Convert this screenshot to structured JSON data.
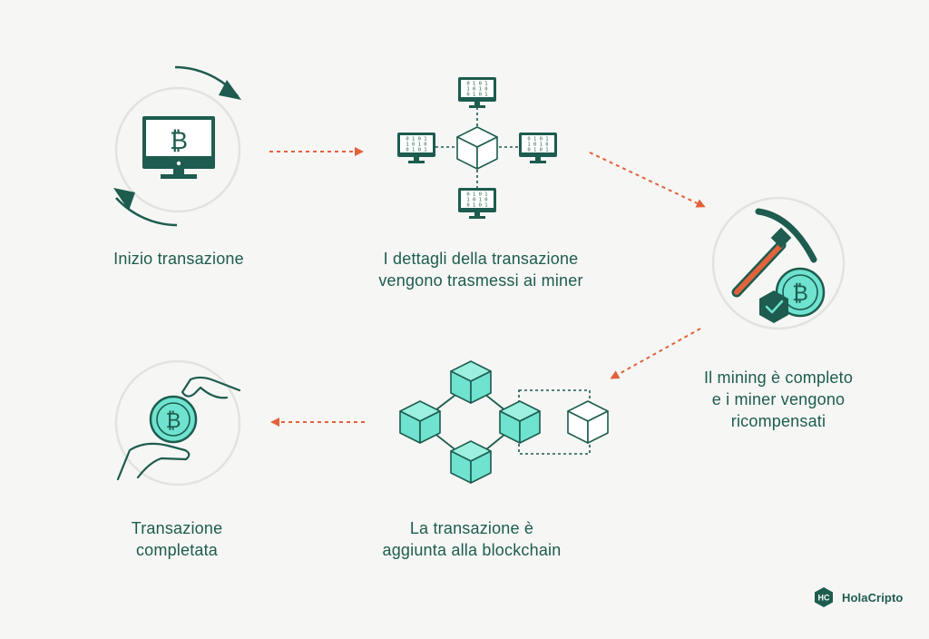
{
  "steps": {
    "start": {
      "label": "Inizio transazione"
    },
    "broadcast": {
      "line1": "I dettagli della transazione",
      "line2": "vengono trasmessi ai miner",
      "screen_bits": [
        "0 1 0 1",
        "1 0 1 0",
        "0 1 0 1"
      ]
    },
    "mining": {
      "line1": "Il mining è completo",
      "line2": "e i miner vengono",
      "line3": "ricompensati"
    },
    "blockchain": {
      "line1": "La transazione è",
      "line2": "aggiunta alla blockchain"
    },
    "done": {
      "line1": "Transazione",
      "line2": "completata"
    }
  },
  "bitcoin_symbol": "₿",
  "brand": {
    "name": "HolaCripto",
    "logo_letters": "HC"
  },
  "colors": {
    "background": "#f6f6f4",
    "dark_green": "#1d5c4e",
    "mint": "#6fe3cf",
    "arrow_orange": "#e2623c",
    "pickaxe_orange": "#e2623c",
    "ring_gray": "#e2e2df"
  },
  "icons": {
    "start": "computer-bitcoin-icon",
    "broadcast": "network-miners-icon",
    "mining": "pickaxe-bitcoin-icon",
    "blockchain": "blockchain-blocks-icon",
    "done": "hands-coin-icon"
  }
}
